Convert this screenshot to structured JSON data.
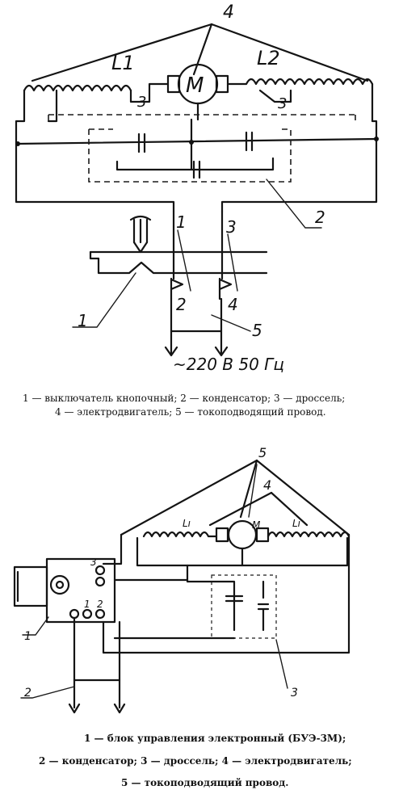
{
  "diagram1": {
    "labels": {
      "motor": "M",
      "coil_left": "L1",
      "coil_right": "L2",
      "n1": "1",
      "n2": "2",
      "n3a": "3",
      "n3b": "3",
      "n3c": "3",
      "n4top": "4",
      "n4": "4",
      "n1b": "1",
      "n2b": "2",
      "n5": "5",
      "voltage": "~220 В  50 Гц"
    },
    "caption_line1": "1 — выключатель кнопочный;  2 — конденсатор;  3 — дроссель;",
    "caption_line2": "4 — электродвигатель;  5 — токоподводящий провод."
  },
  "diagram2": {
    "labels": {
      "n5top": "5",
      "n4top": "4",
      "coil_left": "Lı",
      "coil_right": "Lı",
      "motor": "M",
      "t3": "3",
      "t1": "1",
      "t2": "2",
      "n1": "1",
      "n2": "2",
      "n3": "3"
    },
    "caption_line1": "1 — блок управления электронный (БУЭ-3М);",
    "caption_line2": "2 — конденсатор;  3 — дроссель;  4 — электродвигатель;",
    "caption_line3": "5 — токоподводящий провод."
  }
}
